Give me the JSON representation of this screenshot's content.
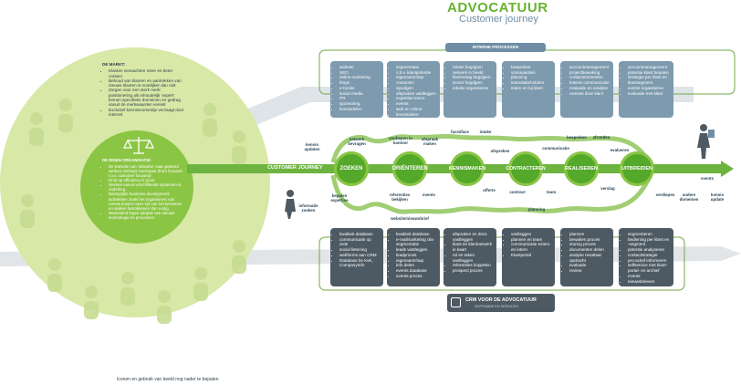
{
  "header": {
    "title": "ADVOCATUUR",
    "subtitle": "Customer journey"
  },
  "internal": {
    "title": "INTERNE PROCESSEN"
  },
  "crm": {
    "title": "CRM VOOR DE ADVOCATUUR",
    "subtitle": "SOFTWARE EN SERVICES"
  },
  "market": {
    "title": "DE MARKT:",
    "items": [
      "Klanten verwachten meer en beter contact",
      "Behoud van klanten en aantrekken van nieuwe klanten is moeilijker dan ooit",
      "Zorgen voor een sterk merk: positionering als inhoudelijk ‘expert’ binnen specifieke domeinen en gedrag vanuit de merkwaarden vereist",
      "Exclusief kennismomentje verzaagt door internet"
    ]
  },
  "organisation": {
    "title": "DE EIGEN ORGANISATIE:",
    "items": [
      "De transitie van ‘inlandse’ naar gedeeld werken verloopt moeizaam (from focused t.o.v. customer focused)",
      "Druk op efficiency is groot",
      "Werken vanuit verschillende systemen in onderling",
      "Belangrijke business development activiteiten zoals het organiseren van events kosten meer tijd van het kernteam en andere betrokkenen dan nodig",
      "Weerstand tegen adoptie van nieuwe technologie en processen"
    ]
  },
  "journey_label": "CUSTOMER JOURNEY",
  "stages": [
    {
      "name": "ZOEKEN"
    },
    {
      "name": "ORIËNTEREN"
    },
    {
      "name": "KENNISMAKEN"
    },
    {
      "name": "CONTRACTEREN"
    },
    {
      "name": "REALISEREN"
    },
    {
      "name": "UITBREIDEN"
    }
  ],
  "touchpoints": {
    "kennis_updaten": "kennis updaten",
    "netwerk_bevragen": "netwerk bevragen",
    "verdiepen_kantoor": "verdiepen in kantoor",
    "afspraak_maken": "afspraak maken",
    "face2face": "face2face",
    "intake": "intake",
    "afspreken": "afspreken",
    "communicatie": "communicatie",
    "bespreken": "bespreken",
    "afronden": "afronden",
    "evalueren": "evalueren",
    "events_right": "events",
    "bepalen_expertise": "bepalen expertise",
    "informatie_zoeken": "informatie zoeken",
    "referenties_bekijken": "referenties bekijken",
    "events_mid": "events",
    "offerte": "offerte",
    "contract": "contract",
    "team": "team",
    "planning": "planning",
    "verslag": "verslag",
    "verdiepen": "verdiepen",
    "andere_domeinen": "andere domeinen",
    "kennis_update": "kennis update",
    "website_nieuwsbrief": "website/nieuwsbrief"
  },
  "top_boxes": [
    [
      "website",
      "SEO",
      "online marketing",
      "blogs",
      "e-books",
      "social media",
      "PR",
      "sponsoring",
      "kennisdelen"
    ],
    [
      "segmentatie",
      "o.b.v. klantpotentie",
      "eigenaarschap",
      "contacten",
      "opvolgen",
      "afspraken vastleggen",
      "expertise tonen",
      "events",
      "web en online",
      "kennisdelen"
    ],
    [
      "relatie begrijpen",
      "netwerk in beeld",
      "klantvraag begrijpen",
      "sector begrijpen",
      "inbuke organiseren"
    ],
    [
      "bespreken",
      "voorwaarden",
      "planning",
      "teamstakeholders",
      "intern en bij klant"
    ],
    [
      "accountmanagement",
      "projectbewaking",
      "contactmomenten",
      "interne communicatie",
      "evaluatie en analyse",
      "reviews door klant"
    ],
    [
      "accountmanagement",
      "potentie klant bepalen",
      "strategie per klant en klantsegment",
      "events organiseren",
      "evaluatie met klant"
    ]
  ],
  "bottom_boxes": [
    [
      "kwaliteit database",
      "communicatie op orde",
      "social listening",
      "webforms aan CRM",
      "Database bv KvK, CompanyInfo"
    ],
    [
      "kwaliteit database",
      "e-mailmarketing obv segmentatie",
      "leads vastleggen",
      "leadproces",
      "eigenaarschap",
      "info delen",
      "events database",
      "events proces"
    ],
    [
      "afspraken en docs vastleggen",
      "klant en klantnetwerk in kaart",
      "rol en taken vastleggen",
      "referenties koppelen",
      "prospect proces"
    ],
    [
      "vastleggen",
      "plannen en team",
      "communicatie extern en intern",
      "Klantportal"
    ],
    [
      "plannen",
      "bewaken proces",
      "sturing proces",
      "documenten delen",
      "analyse resultaat opdracht",
      "evaluatie",
      "review"
    ],
    [
      "segmenteren",
      "bediening per klant en -segment",
      "potentie analyseren",
      "contactstrategie",
      "pro-actief informeren",
      "selfservice met klant-portal- en archief",
      "events",
      "nieuwsbrieven"
    ]
  ],
  "footer_note": "Iconen en gebruik van beeld nog nader te bepalen",
  "colors": {
    "green": "#54a82a",
    "light_green": "#c9e08a",
    "blue_gray": "#7d9aae",
    "dark_gray": "#4e5a63",
    "title_green": "#66b32e",
    "title_blue": "#6f8ea5"
  }
}
